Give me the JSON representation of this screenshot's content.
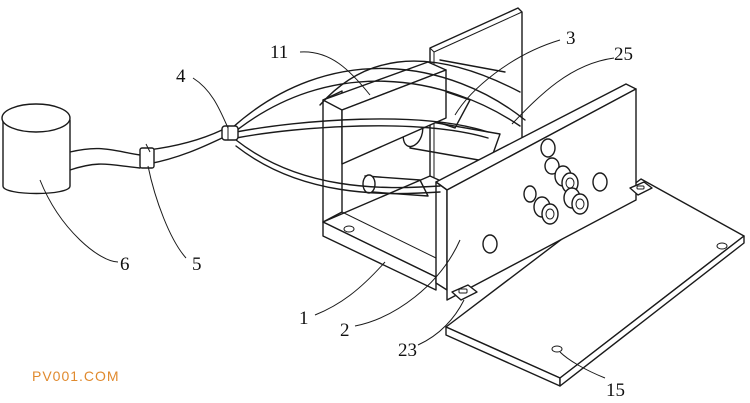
{
  "figure": {
    "labels": {
      "l1": "1",
      "l2": "2",
      "l3": "3",
      "l4": "4",
      "l5": "5",
      "l6": "6",
      "l11": "11",
      "l15": "15",
      "l23": "23",
      "l25": "25"
    },
    "watermark": "PV001.COM"
  }
}
